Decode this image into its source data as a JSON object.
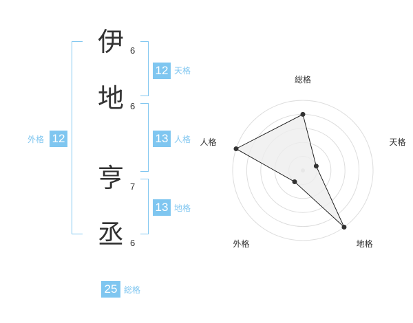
{
  "name_chars": [
    {
      "char": "伊",
      "strokes": "6"
    },
    {
      "char": "地",
      "strokes": "6"
    },
    {
      "char": "亨",
      "strokes": "7"
    },
    {
      "char": "丞",
      "strokes": "6"
    }
  ],
  "fortunes": {
    "tenkaku": {
      "label": "天格",
      "value": "12"
    },
    "jinkaku": {
      "label": "人格",
      "value": "13"
    },
    "chikaku": {
      "label": "地格",
      "value": "13"
    },
    "gaikaku": {
      "label": "外格",
      "value": "12"
    },
    "soukaku": {
      "label": "総格",
      "value": "25"
    }
  },
  "colors": {
    "accent": "#7fc6f0",
    "text": "#333333",
    "radar_fill": "#eeeeee",
    "ring": "#dddddd"
  },
  "chart_data": {
    "type": "radar",
    "axes": [
      "総格",
      "天格",
      "地格",
      "外格",
      "人格"
    ],
    "levels": 5,
    "values": [
      4,
      1,
      5,
      1,
      5
    ],
    "max": 5
  }
}
